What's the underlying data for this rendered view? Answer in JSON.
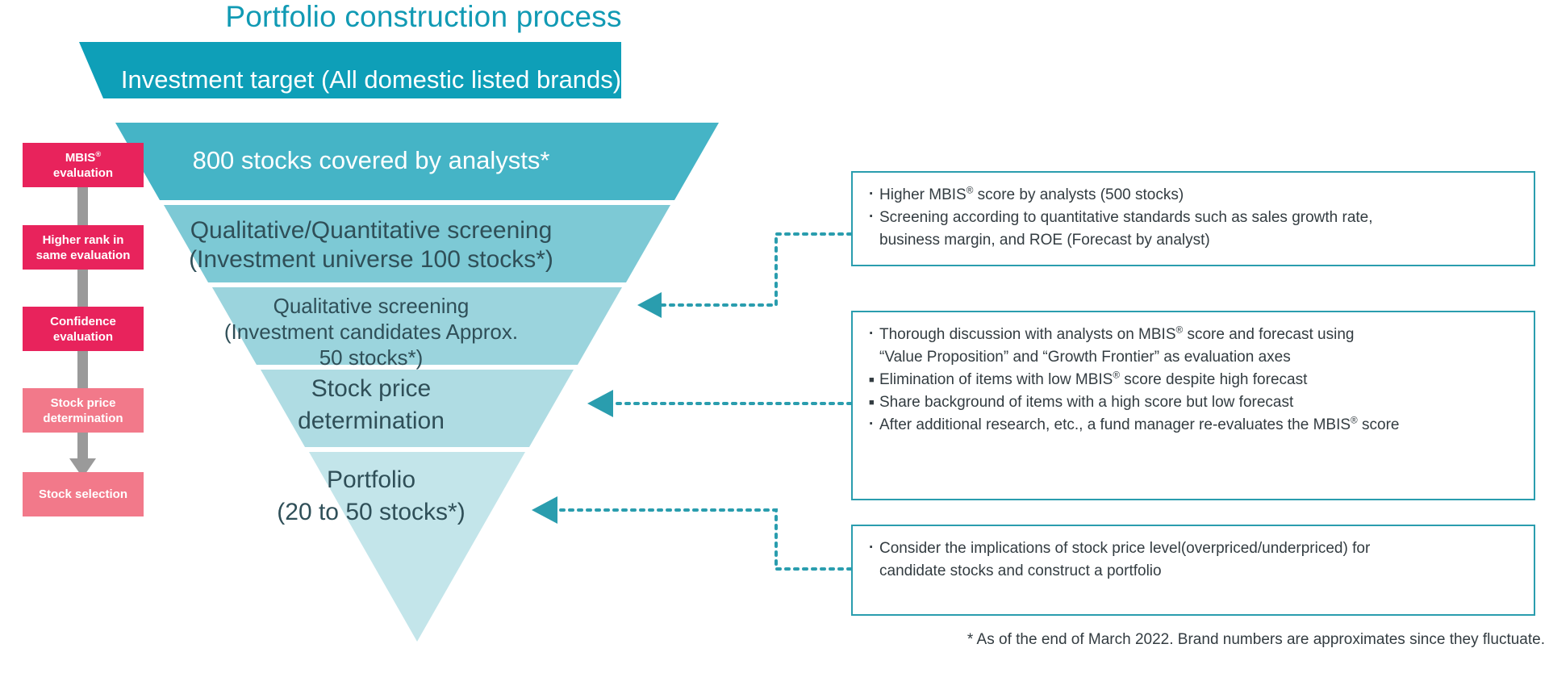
{
  "title": "Portfolio construction process",
  "colors": {
    "title_teal": "#119ab4",
    "banner_teal": "#0e9fb8",
    "funnel_l1": "#45b4c6",
    "funnel_l2": "#7dc9d5",
    "funnel_l3": "#9bd4dd",
    "funnel_l4": "#afdce3",
    "funnel_l5": "#c3e5ea",
    "pink_strong": "#e8235c",
    "pink_light": "#f2798a",
    "callout_border": "#2a9dae",
    "connector": "#2a9dae",
    "arrow_gray": "#9a9a9a"
  },
  "funnel": {
    "banner": "Investment target (All domestic listed brands)",
    "layers": [
      {
        "id": "layer1",
        "lines": [
          "800 stocks covered by analysts*"
        ]
      },
      {
        "id": "layer2",
        "lines": [
          "Qualitative/Quantitative screening",
          "(Investment universe 100 stocks*)"
        ]
      },
      {
        "id": "layer3",
        "lines": [
          "Qualitative screening",
          "(Investment candidates Approx.",
          "50 stocks*)"
        ]
      },
      {
        "id": "layer4",
        "lines": [
          "Stock price",
          "determination"
        ]
      },
      {
        "id": "layer5",
        "lines": [
          "Portfolio",
          "(20 to 50 stocks*)"
        ]
      }
    ]
  },
  "stages": [
    {
      "id": "stage-0",
      "lines": [
        "MBIS®",
        "evaluation"
      ],
      "tone": "strong"
    },
    {
      "id": "stage-1",
      "lines": [
        "Higher rank in",
        "same evaluation"
      ],
      "tone": "strong"
    },
    {
      "id": "stage-2",
      "lines": [
        "Confidence",
        "evaluation"
      ],
      "tone": "strong"
    },
    {
      "id": "stage-3",
      "lines": [
        "Stock price",
        "determination"
      ],
      "tone": "light"
    },
    {
      "id": "stage-4",
      "lines": [
        "Stock selection"
      ],
      "tone": "light"
    }
  ],
  "callouts": [
    {
      "id": "callout-1",
      "lines": [
        {
          "marker": "dot",
          "text": "Higher MBIS® score by analysts (500 stocks)"
        },
        {
          "marker": "dot",
          "text": "Screening according to quantitative standards such as sales growth rate,"
        },
        {
          "marker": "cont",
          "text": "business margin, and ROE (Forecast by analyst)"
        }
      ]
    },
    {
      "id": "callout-2",
      "lines": [
        {
          "marker": "dot",
          "text": "Thorough discussion with analysts on MBIS® score and forecast using"
        },
        {
          "marker": "cont",
          "text": "“Value Proposition” and “Growth Frontier” as evaluation axes"
        },
        {
          "marker": "square",
          "text": "Elimination of items with low MBIS® score despite high forecast"
        },
        {
          "marker": "square",
          "text": "Share background of items with a high score but low forecast"
        },
        {
          "marker": "dot",
          "text": "After additional research, etc., a fund manager re-evaluates the MBIS® score"
        }
      ]
    },
    {
      "id": "callout-3",
      "lines": [
        {
          "marker": "dot",
          "text": "Consider the implications of stock price level(overpriced/underpriced) for"
        },
        {
          "marker": "cont",
          "text": "candidate stocks and construct a portfolio"
        }
      ]
    }
  ],
  "footnote": "* As of the end of March 2022. Brand numbers are approximates since they fluctuate."
}
